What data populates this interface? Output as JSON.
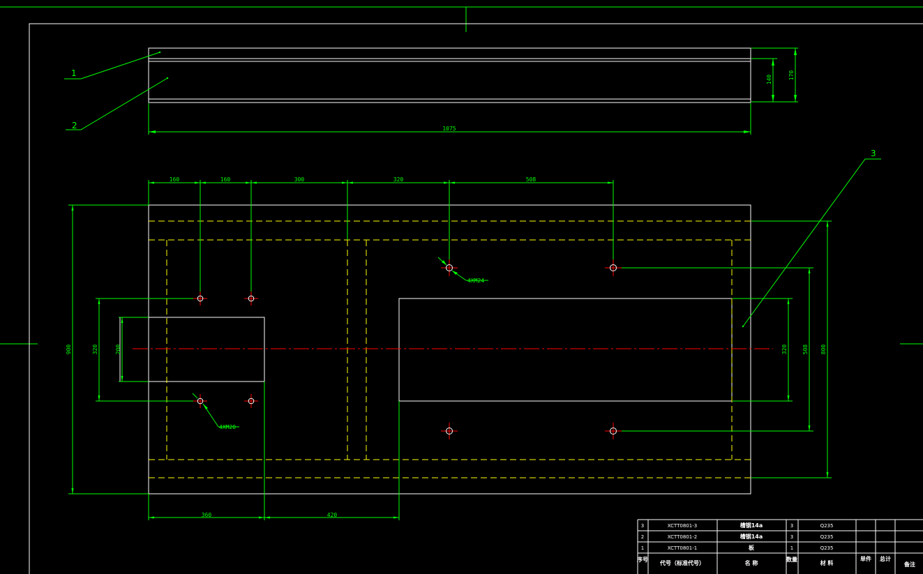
{
  "colors": {
    "background": "#000000",
    "outline": "#ffffff",
    "dimension": "#00ff00",
    "hidden_line": "#ffff00",
    "center_line": "#ff0000",
    "hole_mark": "#ff0000"
  },
  "top_view": {
    "length_dim": "1075",
    "height_dim_inner": "140",
    "height_dim_outer": "170"
  },
  "main_view": {
    "top_dims": [
      "160",
      "160",
      "300",
      "320",
      "508"
    ],
    "bottom_dims": [
      "360",
      "420"
    ],
    "left_dims": [
      "900",
      "320",
      "200"
    ],
    "right_dims": [
      "320",
      "508",
      "800"
    ],
    "hole_labels": [
      "4XM24",
      "4XM20"
    ]
  },
  "leaders": [
    "1",
    "2",
    "3"
  ],
  "bom": {
    "rows": [
      {
        "no": "3",
        "code": "XCTT0801-3",
        "name": "槽钢14a",
        "qty": "3",
        "material": "Q235"
      },
      {
        "no": "2",
        "code": "XCTT0801-2",
        "name": "槽钢14a",
        "qty": "3",
        "material": "Q235"
      },
      {
        "no": "1",
        "code": "XCTT0801-1",
        "name": "板",
        "qty": "1",
        "material": "Q235"
      }
    ],
    "header": {
      "no": "序号",
      "code": "代号（标准代号）",
      "name": "名 称",
      "qty": "数量",
      "material": "材 料",
      "single": "单件",
      "total": "总计",
      "remark": "备注"
    }
  }
}
